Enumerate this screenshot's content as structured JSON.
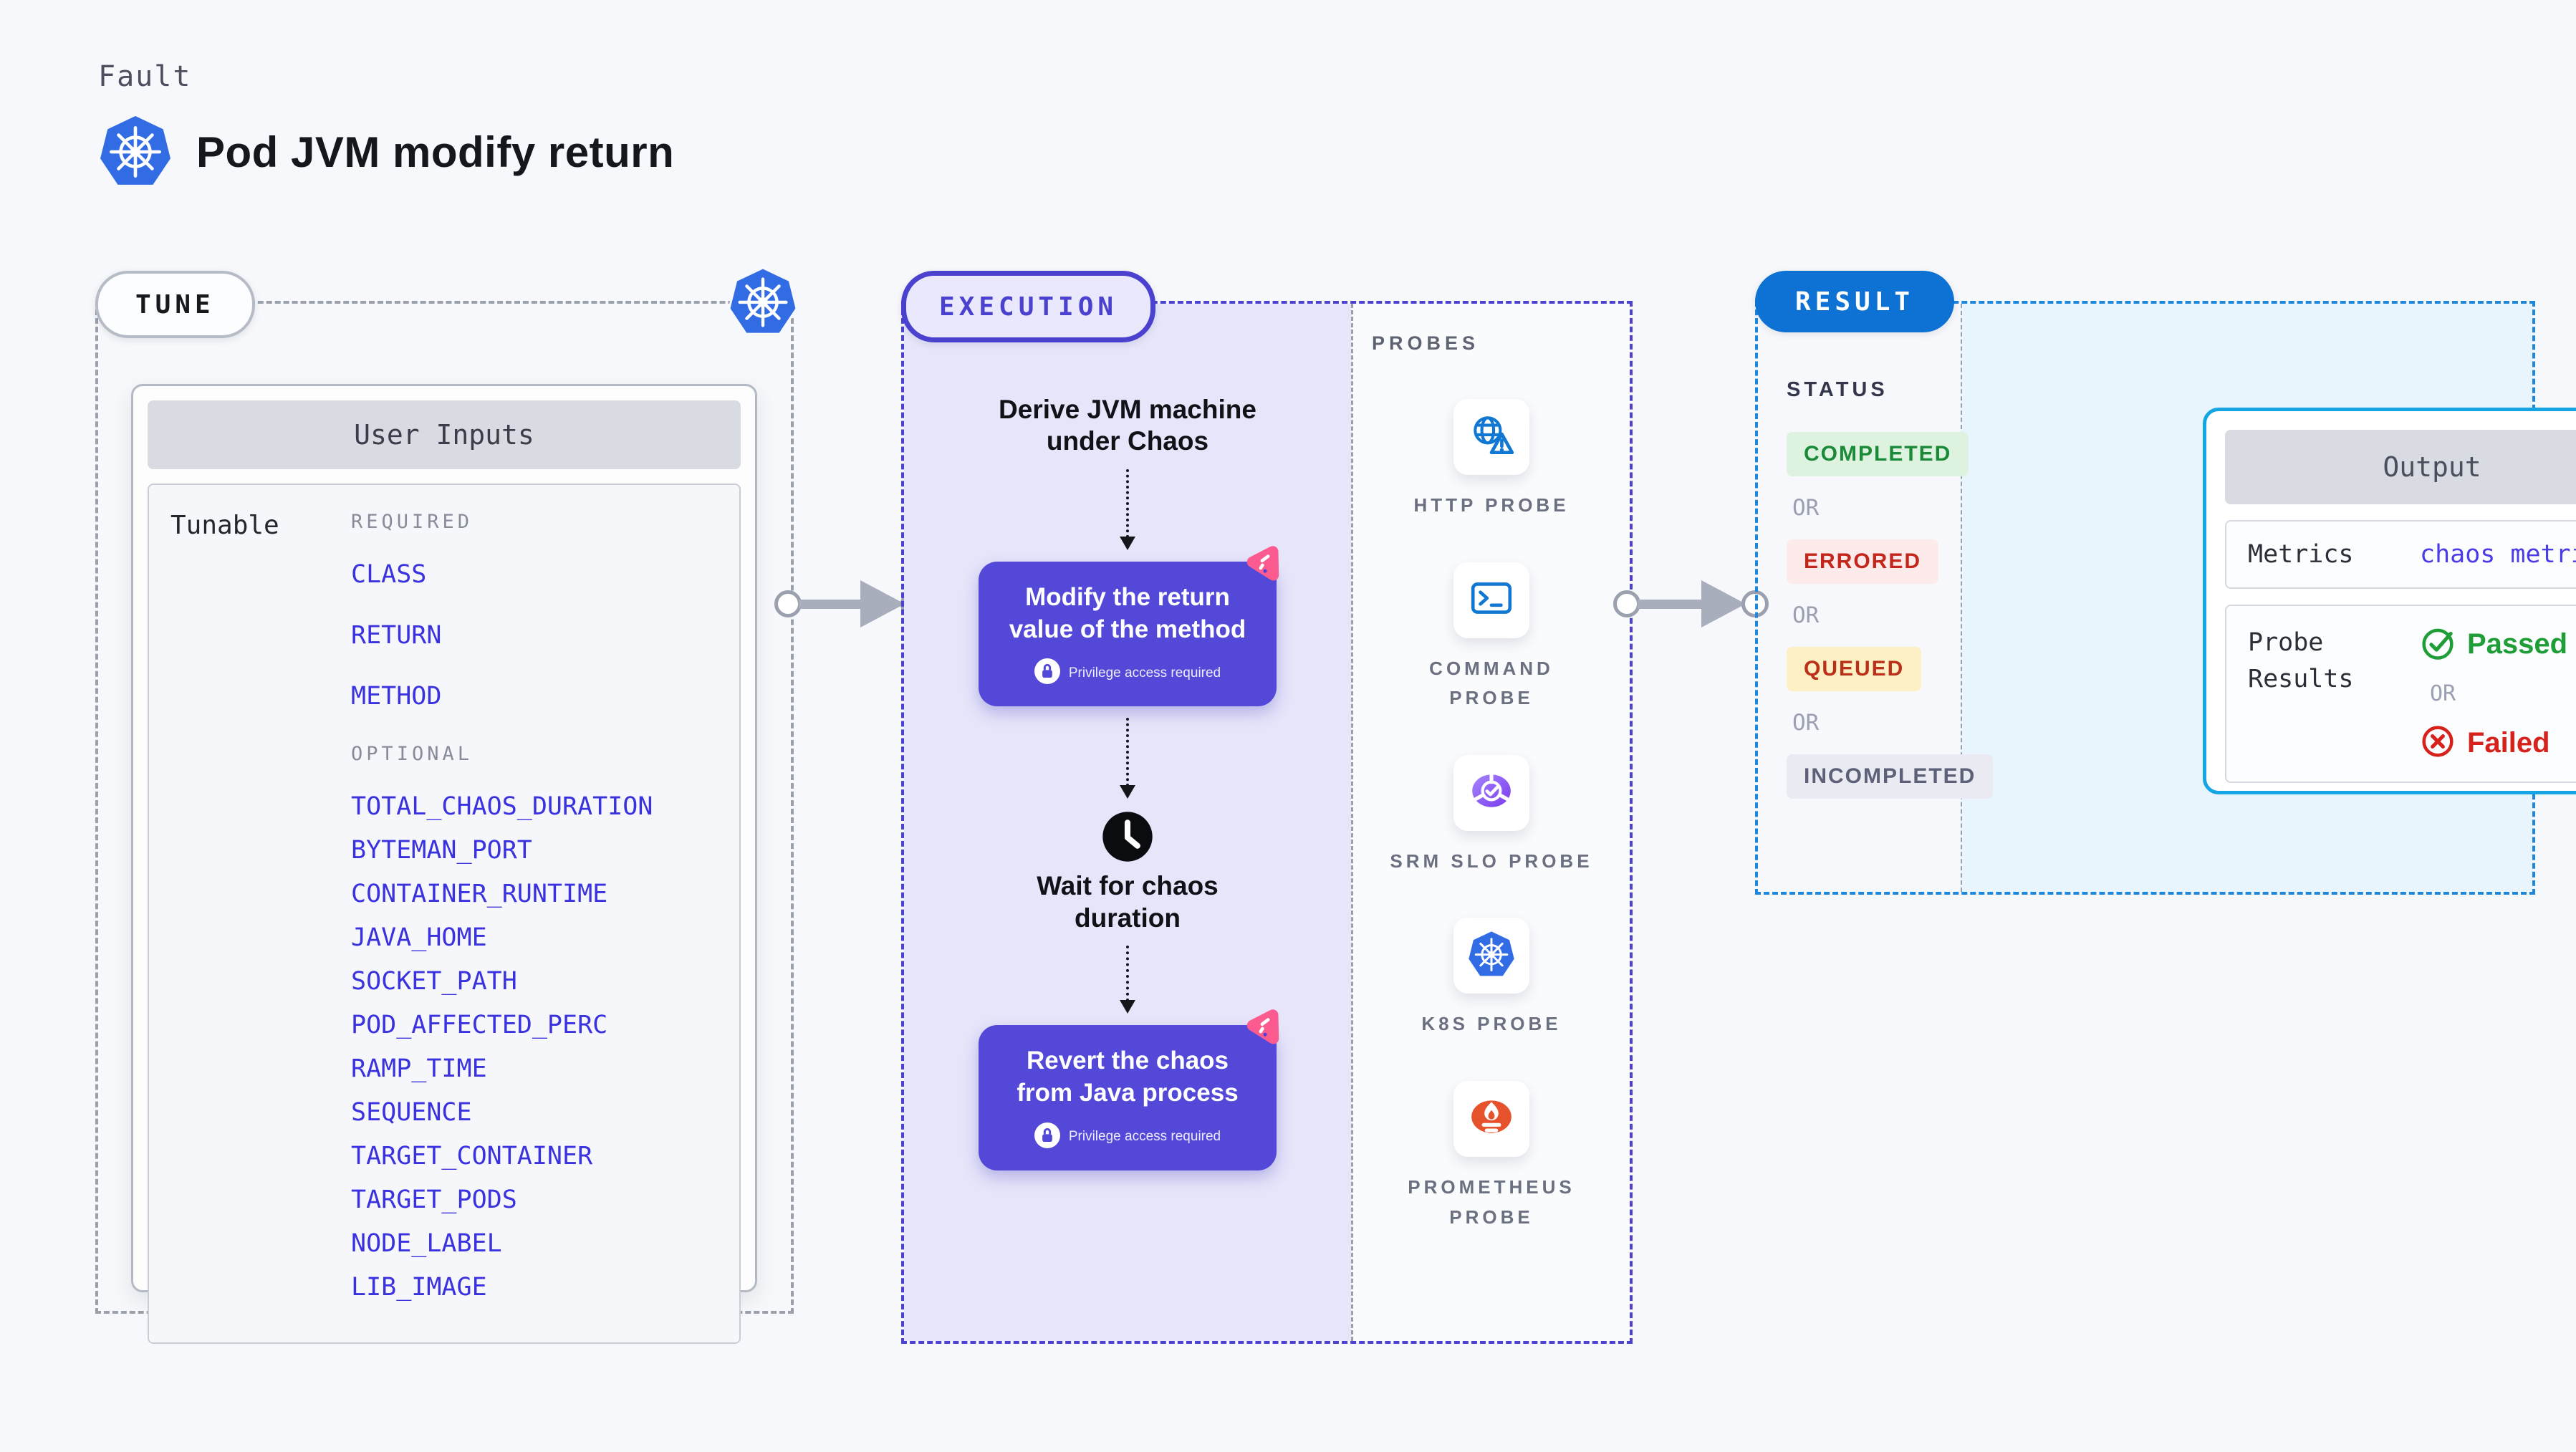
{
  "header": {
    "kicker": "Fault",
    "title": "Pod JVM modify return"
  },
  "tune": {
    "label": "TUNE",
    "panel_title": "User Inputs",
    "row_label": "Tunable",
    "required_label": "REQUIRED",
    "required_items": [
      "CLASS",
      "RETURN",
      "METHOD"
    ],
    "optional_label": "OPTIONAL",
    "optional_items": [
      "TOTAL_CHAOS_DURATION",
      "BYTEMAN_PORT",
      "CONTAINER_RUNTIME",
      "JAVA_HOME",
      "SOCKET_PATH",
      "POD_AFFECTED_PERC",
      "RAMP_TIME",
      "SEQUENCE",
      "TARGET_CONTAINER",
      "TARGET_PODS",
      "NODE_LABEL",
      "LIB_IMAGE"
    ]
  },
  "execution": {
    "label": "EXECUTION",
    "step1": "Derive JVM machine under Chaos",
    "card1": {
      "title": "Modify the return value of the method",
      "badge": "Privilege access required"
    },
    "wait_step": "Wait for chaos duration",
    "card2": {
      "title": "Revert the chaos from Java process",
      "badge": "Privilege access required"
    }
  },
  "probes": {
    "label": "PROBES",
    "items": [
      {
        "name": "HTTP PROBE",
        "icon": "http-probe-icon"
      },
      {
        "name": "COMMAND PROBE",
        "icon": "command-probe-icon"
      },
      {
        "name": "SRM SLO PROBE",
        "icon": "srm-slo-probe-icon"
      },
      {
        "name": "K8S PROBE",
        "icon": "k8s-probe-icon"
      },
      {
        "name": "PROMETHEUS PROBE",
        "icon": "prometheus-probe-icon"
      }
    ]
  },
  "result": {
    "label": "RESULT",
    "status_label": "STATUS",
    "or_label": "OR",
    "statuses": [
      {
        "label": "COMPLETED",
        "bg": "#def3df",
        "color": "#1a8a38"
      },
      {
        "label": "ERRORED",
        "bg": "#fcebea",
        "color": "#c3271b"
      },
      {
        "label": "QUEUED",
        "bg": "#fdf0c5",
        "color": "#bb3018"
      },
      {
        "label": "INCOMPLETED",
        "bg": "#e9eaf2",
        "color": "#5d6178"
      }
    ],
    "output": {
      "title": "Output",
      "metrics_label": "Metrics",
      "metrics_value": "chaos metrics",
      "probe_results_label": "Probe Results",
      "passed_label": "Passed",
      "failed_label": "Failed",
      "or_label": "OR"
    }
  },
  "colors": {
    "page_bg": "#f7f8fb",
    "kubernetes_blue": "#326ce5",
    "tune_dash": "#9ba1ab",
    "execution_indigo": "#4a42cf",
    "execution_bg": "#e6e5fa",
    "chaos_card_purple": "#5348d8",
    "chaos_pink": "#fb5b8f",
    "tunable_item_blue": "#3a32df",
    "probe_icon_blue": "#1078d2",
    "srm_purple": "#7a3bee",
    "prometheus_orange": "#e6522c",
    "result_pill_blue": "#0d72d3",
    "result_dash_blue": "#1d87dc",
    "output_border_cyan": "#16a5e3",
    "cyan_bg": "#e9f5fd",
    "passed_green": "#1f9e38",
    "failed_red": "#d7221b",
    "arrow_gray": "#a9aebc"
  }
}
